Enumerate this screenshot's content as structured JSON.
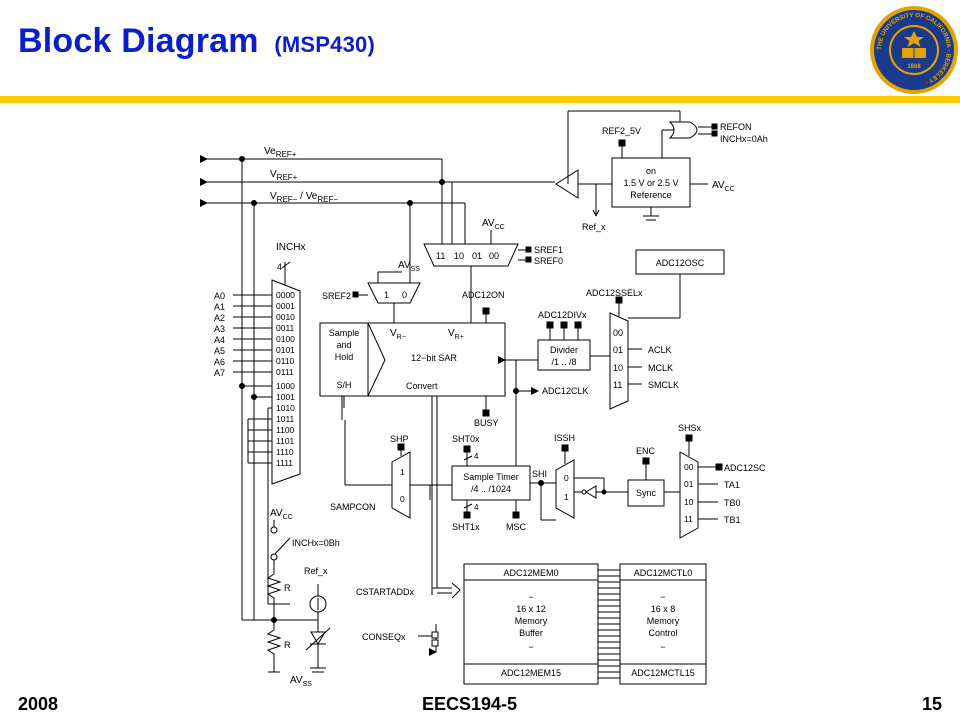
{
  "slide": {
    "title": "Block Diagram",
    "subtitle": "(MSP430)",
    "footer_left": "2008",
    "footer_center": "EECS194-5",
    "footer_right": "15"
  },
  "seal_text": {
    "ring": "THE UNIVERSITY OF CALIFORNIA · BERKELEY ·",
    "year": "1868"
  },
  "colors": {
    "title": "#0a1fc8",
    "accent_bar": "#ffcc00",
    "seal_blue": "#1b3a8c",
    "seal_gold": "#e2a400"
  },
  "diagram": {
    "vref_lines": {
      "veref_plus": [
        "Ve",
        "REF+"
      ],
      "vref_plus": [
        "V",
        "REF+"
      ],
      "vref_minus": [
        "V",
        "REF−",
        " / ",
        "Ve",
        "REF−"
      ]
    },
    "inchx": {
      "label": "INCHx",
      "width": "4"
    },
    "analog_inputs": [
      "A0",
      "A1",
      "A2",
      "A3",
      "A4",
      "A5",
      "A6",
      "A7"
    ],
    "mux_codes": [
      "0000",
      "0001",
      "0010",
      "0011",
      "0100",
      "0101",
      "0110",
      "0111",
      "1000",
      "1001",
      "1010",
      "1011",
      "1100",
      "1101",
      "1110",
      "1111"
    ],
    "ref_mux": {
      "avss_main": "AV",
      "avss_sub": "SS",
      "sref2": "SREF2",
      "in1": "1",
      "in0": "0"
    },
    "sref_mux": {
      "avcc_main": "AV",
      "avcc_sub": "CC",
      "codes": [
        "11",
        "10",
        "01",
        "00"
      ],
      "sref1": "SREF1",
      "sref0": "SREF0"
    },
    "reference": {
      "ref2_5v": "REF2_5V",
      "refon": "REFON",
      "inchx_0ah": "INCHx=0Ah",
      "on": "on",
      "voltage": "1.5 V or 2.5 V",
      "name": "Reference",
      "avcc_main": "AV",
      "avcc_sub": "CC",
      "ref_x": "Ref_x"
    },
    "adc12osc": "ADC12OSC",
    "clk_mux": {
      "select": "ADC12SSELx",
      "codes": [
        "00",
        "01",
        "10",
        "11"
      ],
      "sources": [
        "ACLK",
        "MCLK",
        "SMCLK"
      ]
    },
    "divider": {
      "select": "ADC12DIVx",
      "title": "Divider",
      "ratio": "/1 .. /8"
    },
    "sample_hold": {
      "line1": "Sample",
      "line2": "and",
      "line3": "Hold",
      "sh": "S/H"
    },
    "sar": {
      "vr_minus": [
        "V",
        "R−"
      ],
      "vr_plus": [
        "V",
        "R+"
      ],
      "title": "12−bit SAR",
      "convert": "Convert"
    },
    "adc12on": "ADC12ON",
    "busy": "BUSY",
    "adc12clk": "ADC12CLK",
    "shp_mux": {
      "label": "SHP",
      "in1": "1",
      "in0": "0"
    },
    "sampcon": "SAMPCON",
    "sample_timer": {
      "line1": "Sample Timer",
      "line2": "/4 .. /1024",
      "sht0x": "SHT0x",
      "sht1x": "SHT1x",
      "width": "4",
      "msc": "MSC",
      "shi": "SHI"
    },
    "issh_mux": {
      "label": "ISSH",
      "in0": "0",
      "in1": "1"
    },
    "sync": {
      "enc": "ENC",
      "label": "Sync"
    },
    "shs_mux": {
      "label": "SHSx",
      "codes": [
        "00",
        "01",
        "10",
        "11"
      ],
      "sources": [
        "ADC12SC",
        "TA1",
        "TB0",
        "TB1"
      ]
    },
    "divider_chain": {
      "avcc_main": "AV",
      "avcc_sub": "CC",
      "switch": "INCHx=0Bh",
      "r_top": "R",
      "r_bottom": "R",
      "ref_x": "Ref_x",
      "avss_main": "AV",
      "avss_sub": "SS"
    },
    "cstartaddx": "CSTARTADDx",
    "conseqx": "CONSEQx",
    "memory": {
      "mem_top": "ADC12MEM0",
      "mem_dash": "−",
      "mem_size": "16 x 12",
      "mem_kind": "Memory",
      "mem_buffer": "Buffer",
      "mem_dash2": "−",
      "mem_bottom": "ADC12MEM15",
      "ctl_top": "ADC12MCTL0",
      "ctl_dash": "−",
      "ctl_size": "16 x 8",
      "ctl_kind": "Memory",
      "ctl_control": "Control",
      "ctl_dash2": "−",
      "ctl_bottom": "ADC12MCTL15"
    }
  }
}
